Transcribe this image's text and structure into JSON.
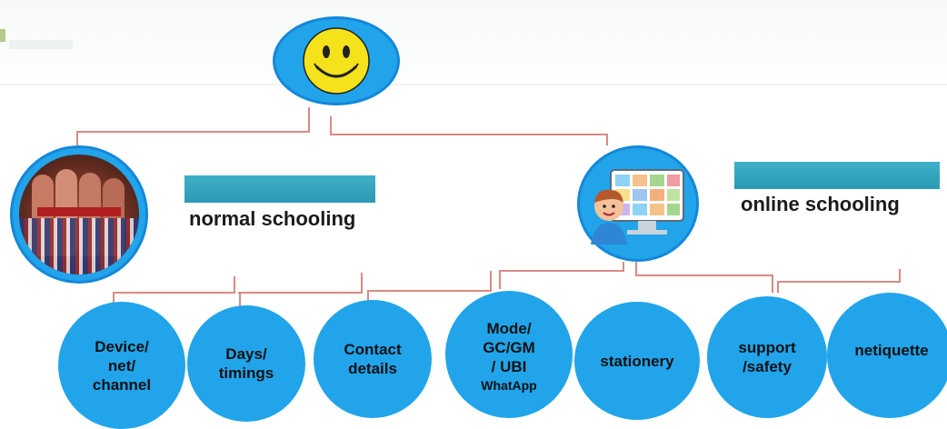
{
  "title_fragment": "",
  "colors": {
    "node_fill": "#21a4ea",
    "node_border": "#1487d9",
    "connector": "#d98a85",
    "label_bar": "#3aa8c3",
    "smiley": "#f4e31b"
  },
  "root": {
    "icon": "smiley-face-icon"
  },
  "branches": {
    "normal": {
      "label": "normal schooling",
      "image": "schoolchildren-photo"
    },
    "online": {
      "label": "online schooling",
      "image": "video-call-illustration"
    }
  },
  "leaves": [
    {
      "lines": [
        "Device/",
        "net/",
        "channel"
      ]
    },
    {
      "lines": [
        "Days/",
        "timings"
      ]
    },
    {
      "lines": [
        "Contact",
        "details"
      ]
    },
    {
      "lines": [
        "Mode/",
        "GC/GM",
        "/ UBI"
      ],
      "sub": "WhatApp"
    },
    {
      "lines": [
        "stationery"
      ]
    },
    {
      "lines": [
        "support",
        "/safety"
      ]
    },
    {
      "lines": [
        "netiquette"
      ]
    }
  ]
}
